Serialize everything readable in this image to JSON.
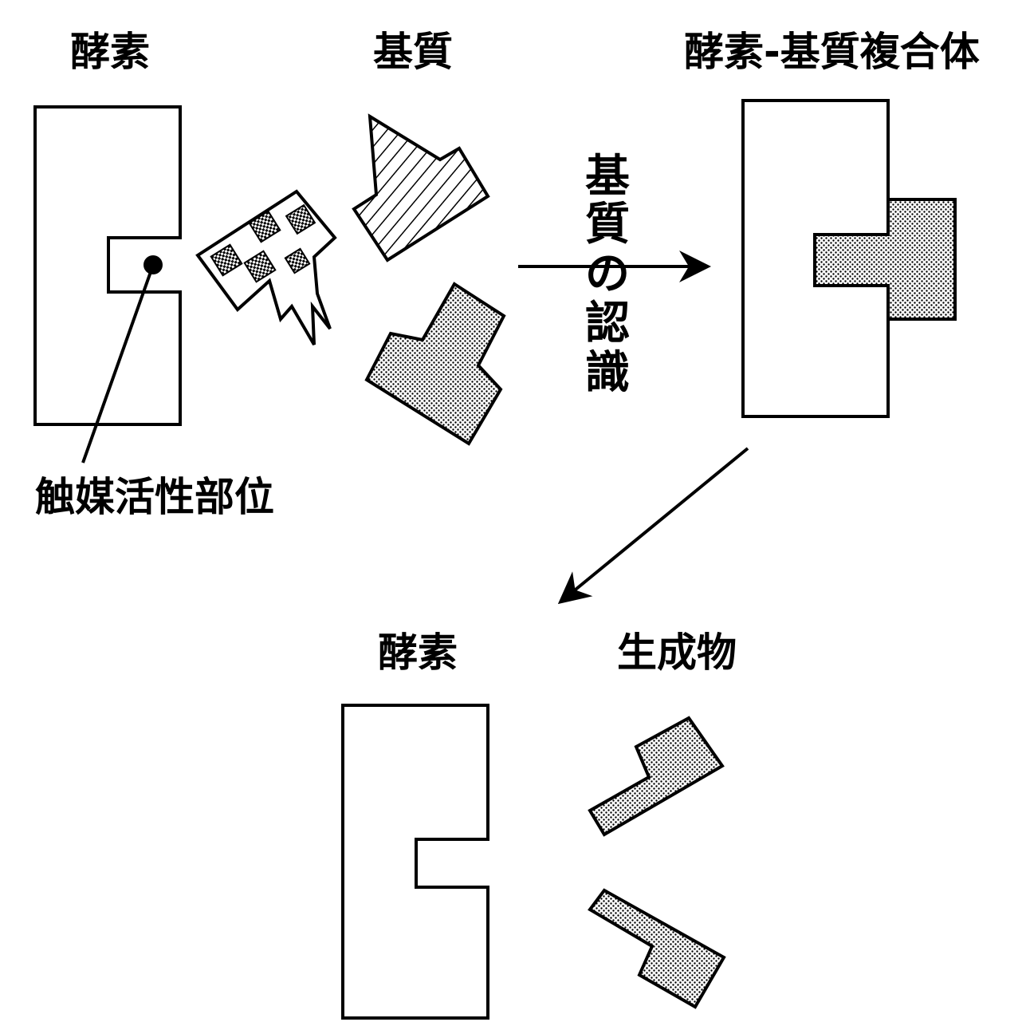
{
  "labels": {
    "enzyme_top": "酵素",
    "substrate": "基質",
    "complex": "酵素-基質複合体",
    "active_site": "触媒活性部位",
    "recognition": [
      "基",
      "質",
      "の",
      "認",
      "識"
    ],
    "enzyme_bottom": "酵素",
    "product": "生成物"
  },
  "colors": {
    "ink": "#000000",
    "background": "#ffffff"
  }
}
